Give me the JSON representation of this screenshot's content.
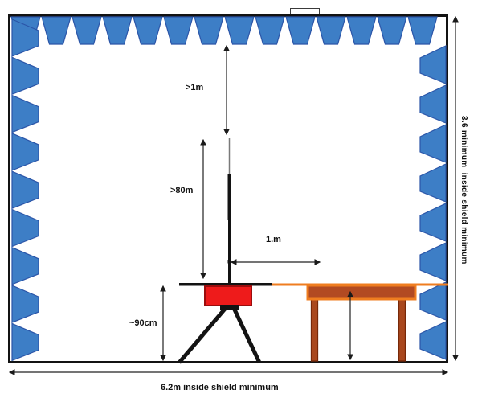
{
  "diagram": {
    "labels": {
      "top_clearance": ">1m",
      "antenna_span": ">80m",
      "antenna_to_table": "1.m",
      "tripod_height": "~90cm",
      "floor_width": "6.2m inside shield minimum",
      "room_height": "3.6 minimum  inside shield minimum"
    },
    "colors": {
      "absorber": "#3D7EC6",
      "absorber-edge": "#2B55A8",
      "red": "#EE1B1B",
      "red-edge": "#9B0D0D",
      "wood": "#B24A22",
      "wood-edge": "#EF7D20",
      "leg": "#A9481E",
      "leg-edge": "#772808"
    }
  }
}
